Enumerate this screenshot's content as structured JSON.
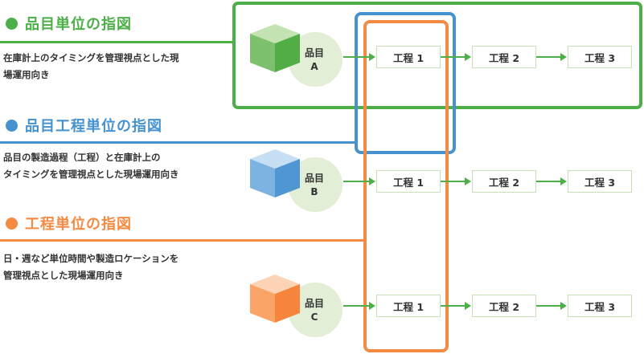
{
  "sections": [
    {
      "title": "品目単位の指図",
      "desc_lines": [
        "在庫計上のタイミングを管理視点とした現",
        "場運用向き"
      ],
      "color": "#4caf48"
    },
    {
      "title": "品目工程単位の指図",
      "desc_lines": [
        "品目の製造過程（工程）と在庫計上の",
        "タイミングを管理視点とした現場運用向き"
      ],
      "color": "#4692cf"
    },
    {
      "title": "工程単位の指図",
      "desc_lines": [
        "日・週など単位時間や製造ロケーションを",
        "管理視点とした現場運用向き"
      ],
      "color": "#f58a42"
    }
  ],
  "rows": [
    {
      "item_label": "品目",
      "item_code": "A",
      "cube_colors": {
        "top": "#c4e3b2",
        "left": "#7dc16e",
        "right": "#53ad46"
      },
      "processes": [
        "工程 1",
        "工程 2",
        "工程 3"
      ]
    },
    {
      "item_label": "品目",
      "item_code": "B",
      "cube_colors": {
        "top": "#c6dff3",
        "left": "#7cb3e0",
        "right": "#4f96d2"
      },
      "processes": [
        "工程 1",
        "工程 2",
        "工程 3"
      ]
    },
    {
      "item_label": "品目",
      "item_code": "C",
      "cube_colors": {
        "top": "#fcd4b5",
        "left": "#fba468",
        "right": "#f6843c"
      },
      "processes": [
        "工程 1",
        "工程 2",
        "工程 3"
      ]
    }
  ],
  "arrow_color": "#4caf48",
  "icons": {
    "cube": "item-cube-icon",
    "arrow": "flow-arrow-icon"
  }
}
